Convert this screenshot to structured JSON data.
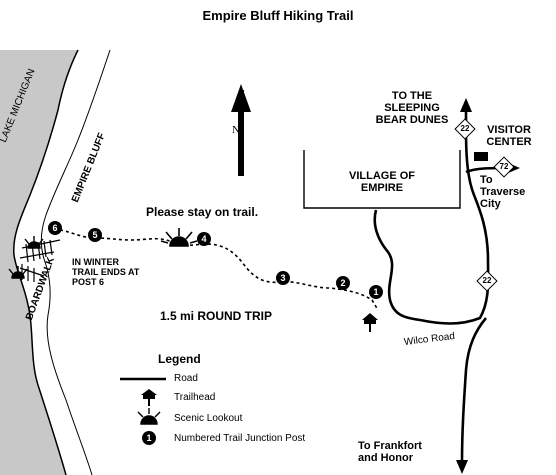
{
  "title": "Empire Bluff Hiking Trail",
  "labels": {
    "lake": "LAKE MICHIGAN",
    "bluff": "EMPIRE BLUFF",
    "boardwalk": "BOARDWALK",
    "winter": [
      "IN WINTER",
      "TRAIL ENDS AT",
      "POST 6"
    ],
    "stay": "Please stay on trail.",
    "round_trip": "1.5 mi ROUND TRIP",
    "village": [
      "VILLAGE OF",
      "EMPIRE"
    ],
    "sleeping_bear": [
      "TO THE",
      "SLEEPING",
      "BEAR DUNES"
    ],
    "visitor": [
      "VISITOR",
      "CENTER"
    ],
    "traverse": [
      "To",
      "Traverse",
      "City"
    ],
    "frankfort": [
      "To Frankfort",
      "and Honor"
    ],
    "wilco": "Wilco Road",
    "north": "N"
  },
  "route_shields": [
    "22",
    "72",
    "22"
  ],
  "posts": [
    "1",
    "2",
    "3",
    "4",
    "5",
    "6"
  ],
  "legend": {
    "title": "Legend",
    "items": [
      {
        "icon": "road-line-icon",
        "label": "Road"
      },
      {
        "icon": "trailhead-icon",
        "label": "Trailhead"
      },
      {
        "icon": "scenic-lookout-icon",
        "label": "Scenic Lookout"
      },
      {
        "icon": "junction-post-icon",
        "label": "Numbered Trail Junction Post",
        "number": "1"
      }
    ]
  },
  "colors": {
    "lake": "#c8c8c8",
    "ink": "#000000"
  }
}
